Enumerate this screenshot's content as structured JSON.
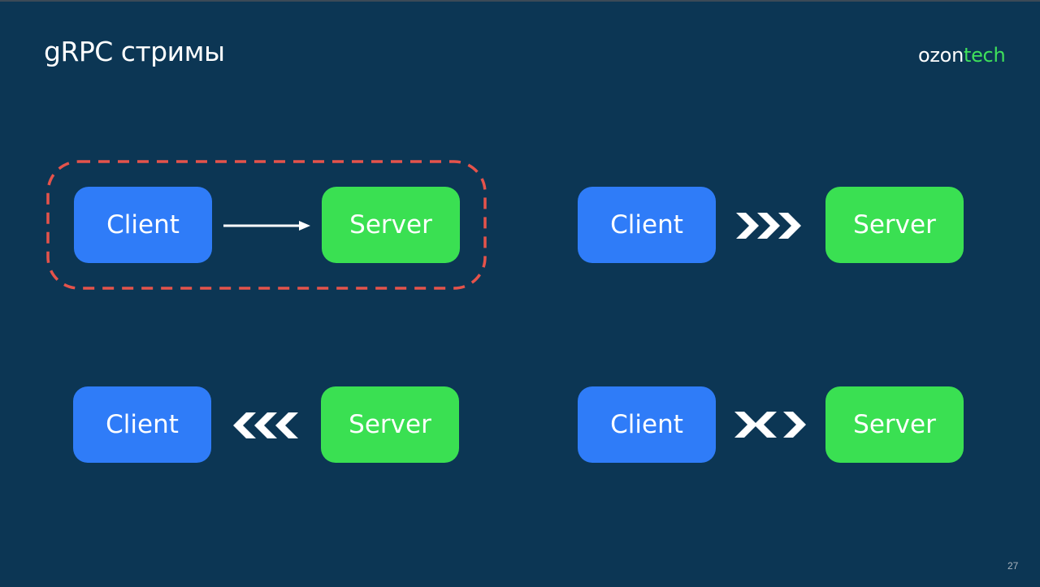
{
  "title": "gRPC стримы",
  "logo": {
    "part1": "ozon",
    "part2": "tech"
  },
  "page_number": "27",
  "colors": {
    "background": "#0c3654",
    "client": "#2f7cf8",
    "server": "#3ae052",
    "highlight_border": "#e5534b",
    "arrow": "#ffffff"
  },
  "diagrams": [
    {
      "client_label": "Client",
      "server_label": "Server",
      "connector": "single-arrow-right",
      "highlighted": true
    },
    {
      "client_label": "Client",
      "server_label": "Server",
      "connector": "triple-chevron-right",
      "highlighted": false
    },
    {
      "client_label": "Client",
      "server_label": "Server",
      "connector": "triple-chevron-left",
      "highlighted": false
    },
    {
      "client_label": "Client",
      "server_label": "Server",
      "connector": "bidirectional-chevrons",
      "highlighted": false
    }
  ]
}
